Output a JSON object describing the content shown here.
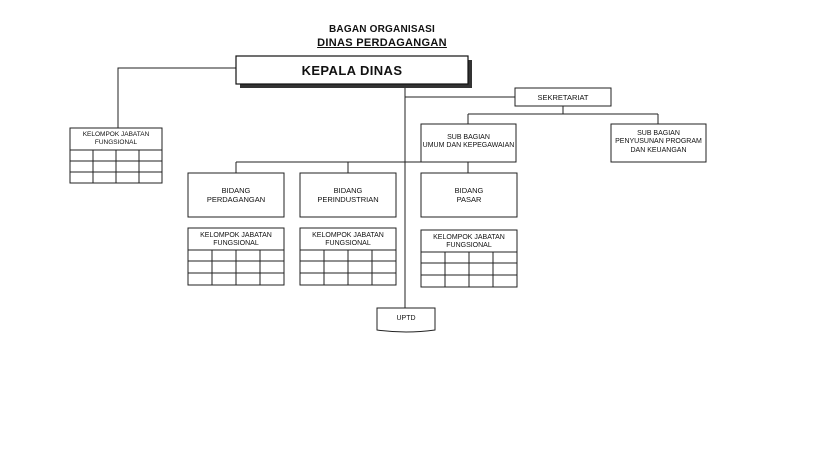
{
  "title": "BAGAN ORGANISASI",
  "subtitle": "DINAS PERDAGANGAN",
  "head": "KEPALA DINAS",
  "secretariat": "SEKRETARIAT",
  "sub_bagian": [
    {
      "line1": "SUB BAGIAN",
      "line2": "UMUM DAN KEPEGAWAIAN",
      "line3": ""
    },
    {
      "line1": "SUB BAGIAN",
      "line2": "PENYUSUNAN PROGRAM",
      "line3": "DAN KEUANGAN"
    }
  ],
  "kelompok_left": {
    "line1": "KELOMPOK JABATAN",
    "line2": "FUNGSIONAL"
  },
  "bidang": [
    {
      "line1": "BIDANG",
      "line2": "PERDAGANGAN"
    },
    {
      "line1": "BIDANG",
      "line2": "PERINDUSTRIAN"
    },
    {
      "line1": "BIDANG",
      "line2": "PASAR"
    }
  ],
  "kelompok": [
    {
      "line1": "KELOMPOK JABATAN",
      "line2": "FUNGSIONAL"
    },
    {
      "line1": "KELOMPOK JABATAN",
      "line2": "FUNGSIONAL"
    },
    {
      "line1": "KELOMPOK JABATAN",
      "line2": "FUNGSIONAL"
    }
  ],
  "uptd": "UPTD"
}
